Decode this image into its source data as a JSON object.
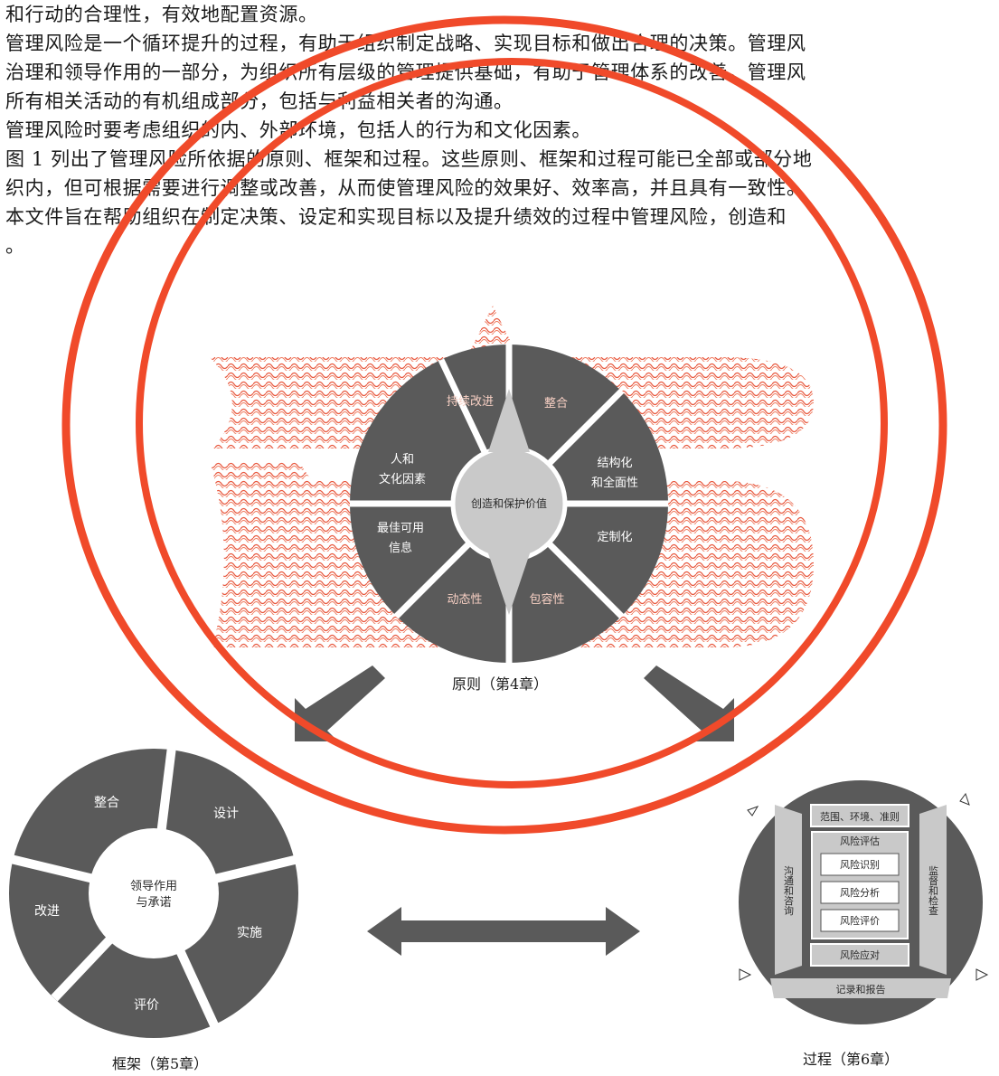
{
  "body_text": {
    "lines": [
      "和行动的合理性，有效地配置资源。",
      "管理风险是一个循环提升的过程，有助于组织制定战略、实现目标和做出合理的决策。管理风",
      "治理和领导作用的一部分，为组织所有层级的管理提供基础，有助于管理体系的改善。管理风",
      "所有相关活动的有机组成部分，包括与利益相关者的沟通。",
      "管理风险时要考虑组织的内、外部环境，包括人的行为和文化因素。",
      "图 1 列出了管理风险所依据的原则、框架和过程。这些原则、框架和过程可能已全部或部分地",
      "织内，但可根据需要进行调整或改善，从而使管理风险的效果好、效率高，并且具有一致性。",
      "本文件旨在帮助组织在制定决策、设定和实现目标以及提升绩效的过程中管理风险，创造和",
      "。"
    ]
  },
  "principles": {
    "center_label": "创造和保护价值",
    "segments": [
      "持续改进",
      "整合",
      "结构化\n和全面性",
      "定制化",
      "包容性",
      "动态性",
      "最佳可用\n信息",
      "人和\n文化因素"
    ],
    "caption": "原则（第4章）"
  },
  "framework": {
    "center_label": "领导作用\n与承诺",
    "segments": [
      "整合",
      "设计",
      "实施",
      "评价",
      "改进"
    ],
    "caption": "框架（第5章）"
  },
  "process": {
    "top_label": "范围、环境、准则",
    "assessment_label": "风险评估",
    "steps": [
      "风险识别",
      "风险分析",
      "风险评价"
    ],
    "treatment_label": "风险应对",
    "left_label": "沟通和咨询",
    "right_label": "监督和检查",
    "bottom_label": "记录和报告",
    "caption": "过程（第6章）"
  },
  "colors": {
    "dark_gray": "#5a5a5a",
    "light_gray": "#c9c9c9",
    "red_mark": "#f04a2a",
    "background": "#ffffff"
  }
}
